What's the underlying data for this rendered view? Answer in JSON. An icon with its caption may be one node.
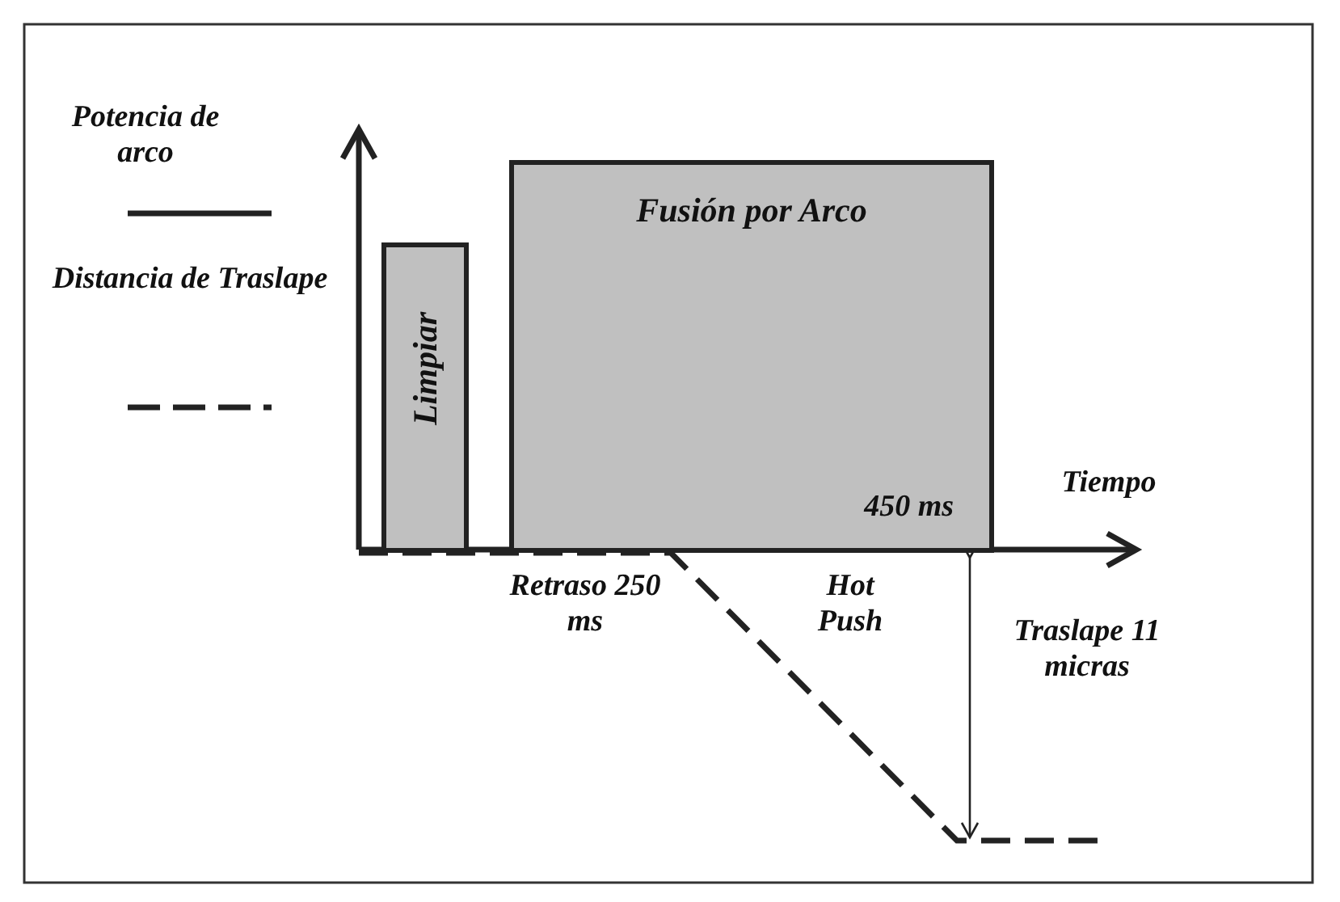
{
  "diagram": {
    "nodes": [
      {
        "text": [
          "Limpiar"
        ]
      },
      {
        "text": [
          "Fusión por Arco",
          "450 ms"
        ]
      }
    ],
    "labels": [
      "Tiempo",
      "Retraso 250 ms",
      "Hot Push",
      "Traslape 11 micras"
    ],
    "legend": [
      {
        "text": "Potencia de arco"
      },
      {
        "text": "Distancia de Traslape"
      }
    ]
  }
}
